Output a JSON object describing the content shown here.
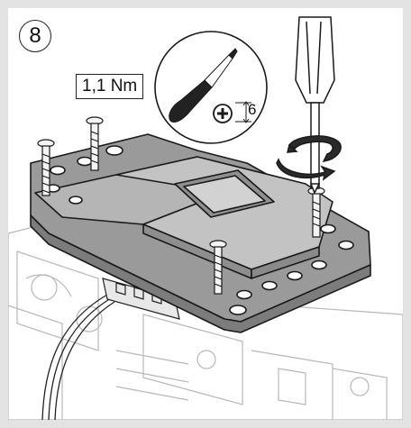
{
  "step": {
    "number": "8"
  },
  "torque": {
    "value": "1,1 Nm"
  },
  "screwdriver_detail": {
    "bit_size": "6",
    "icon": "phillips-drive-icon"
  },
  "colors": {
    "background": "#e3e3e3",
    "panel": "#ffffff",
    "cover_plate": "#9a9a9a",
    "cover_top": "#b5b5b5",
    "outline": "#1a1a1a",
    "handle": "#2a2a2a"
  }
}
